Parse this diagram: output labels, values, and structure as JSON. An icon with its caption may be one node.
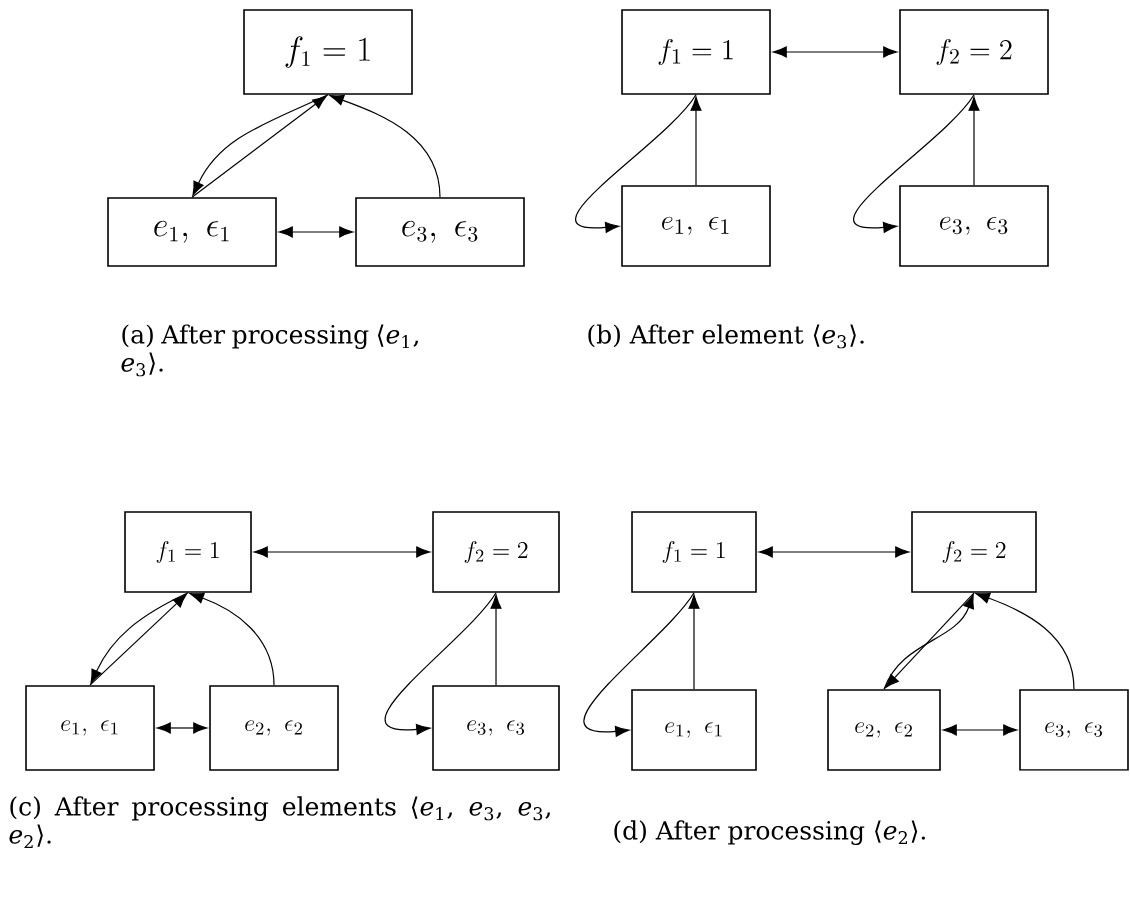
{
  "diagram": {
    "nodes": [
      {
        "text": [
          "f_1 = 1"
        ]
      },
      {
        "text": [
          "e_1,\\ \\epsilon_1"
        ]
      },
      {
        "text": [
          "e_3,\\ \\epsilon_3"
        ]
      },
      {
        "text": [
          "f_1 = 1"
        ]
      },
      {
        "text": [
          "f_2 = 2"
        ]
      },
      {
        "text": [
          "e_1,\\ \\epsilon_1"
        ]
      },
      {
        "text": [
          "e_3,\\ \\epsilon_3"
        ]
      },
      {
        "text": [
          "f_1 = 1"
        ]
      },
      {
        "text": [
          "f_2 = 2"
        ]
      },
      {
        "text": [
          "e_1,\\ \\epsilon_1"
        ]
      },
      {
        "text": [
          "e_2,\\ \\epsilon_2"
        ]
      },
      {
        "text": [
          "e_3,\\ \\epsilon_3"
        ]
      },
      {
        "text": [
          "f_1 = 1"
        ]
      },
      {
        "text": [
          "f_2 = 2"
        ]
      },
      {
        "text": [
          "e_1,\\ \\epsilon_1"
        ]
      },
      {
        "text": [
          "e_2,\\ \\epsilon_2"
        ]
      },
      {
        "text": [
          "e_3,\\ \\epsilon_3"
        ]
      }
    ],
    "edges": [
      {
        "from": 1,
        "to": 0,
        "arrow": "to"
      },
      {
        "from": 0,
        "to": 1,
        "arrow": "to"
      },
      {
        "from": 2,
        "to": 0,
        "arrow": "to"
      },
      {
        "from": 1,
        "to": 2,
        "arrow": "both"
      },
      {
        "from": 3,
        "to": 4,
        "arrow": "both"
      },
      {
        "from": 5,
        "to": 3,
        "arrow": "to"
      },
      {
        "from": 3,
        "to": 5,
        "arrow": "to"
      },
      {
        "from": 6,
        "to": 4,
        "arrow": "to"
      },
      {
        "from": 4,
        "to": 6,
        "arrow": "to"
      },
      {
        "from": 7,
        "to": 8,
        "arrow": "both"
      },
      {
        "from": 9,
        "to": 7,
        "arrow": "to"
      },
      {
        "from": 7,
        "to": 9,
        "arrow": "to"
      },
      {
        "from": 10,
        "to": 7,
        "arrow": "to"
      },
      {
        "from": 9,
        "to": 10,
        "arrow": "both"
      },
      {
        "from": 11,
        "to": 8,
        "arrow": "to"
      },
      {
        "from": 8,
        "to": 11,
        "arrow": "to"
      },
      {
        "from": 12,
        "to": 13,
        "arrow": "both"
      },
      {
        "from": 14,
        "to": 12,
        "arrow": "to"
      },
      {
        "from": 12,
        "to": 14,
        "arrow": "to"
      },
      {
        "from": 13,
        "to": 15,
        "arrow": "to"
      },
      {
        "from": 15,
        "to": 13,
        "arrow": "to"
      },
      {
        "from": 16,
        "to": 13,
        "arrow": "to"
      },
      {
        "from": 15,
        "to": 16,
        "arrow": "both"
      }
    ],
    "labels": [
      "(a) After processing ⟨*e*$_{1}$, *e*$_{3}$⟩.",
      "(b) After element ⟨*e*$_{3}$⟩.",
      "(c) After processing elements ⟨*e*$_{1}$, *e*$_{3}$, *e*$_{3}$, *e*$_{2}$⟩.",
      "(d) After processing ⟨*e*$_{2}$⟩."
    ]
  }
}
